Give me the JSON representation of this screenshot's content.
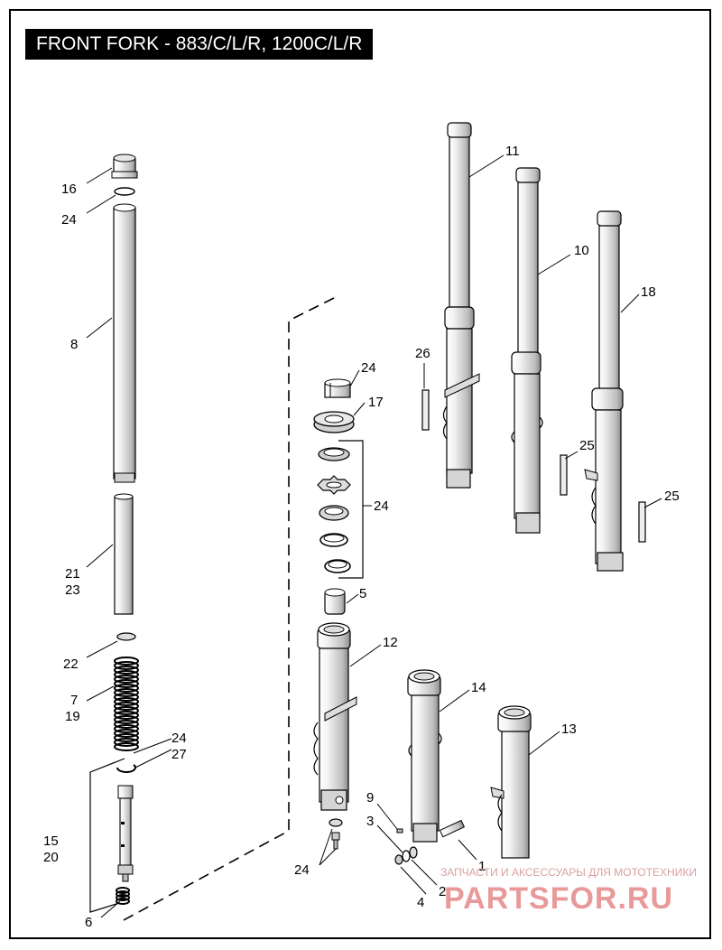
{
  "title": "FRONT FORK - 883/C/L/R, 1200C/L/R",
  "callouts": {
    "c16": "16",
    "c24a": "24",
    "c8": "8",
    "c21": "21",
    "c23": "23",
    "c22": "22",
    "c7": "7",
    "c19": "19",
    "c24b": "24",
    "c27": "27",
    "c15": "15",
    "c20": "20",
    "c6": "6",
    "c24c": "24",
    "c17": "17",
    "c24d": "24",
    "c5": "5",
    "c12": "12",
    "c24e": "24",
    "c9": "9",
    "c3": "3",
    "c4": "4",
    "c2": "2",
    "c1": "1",
    "c14": "14",
    "c13": "13",
    "c11": "11",
    "c10": "10",
    "c18": "18",
    "c26": "26",
    "c25a": "25",
    "c25b": "25"
  },
  "watermark": {
    "tagline": "ЗАПЧАСТИ И АКСЕССУАРЫ ДЛЯ МОТОТЕХНИКИ",
    "brand": "PARTSFOR.RU"
  }
}
